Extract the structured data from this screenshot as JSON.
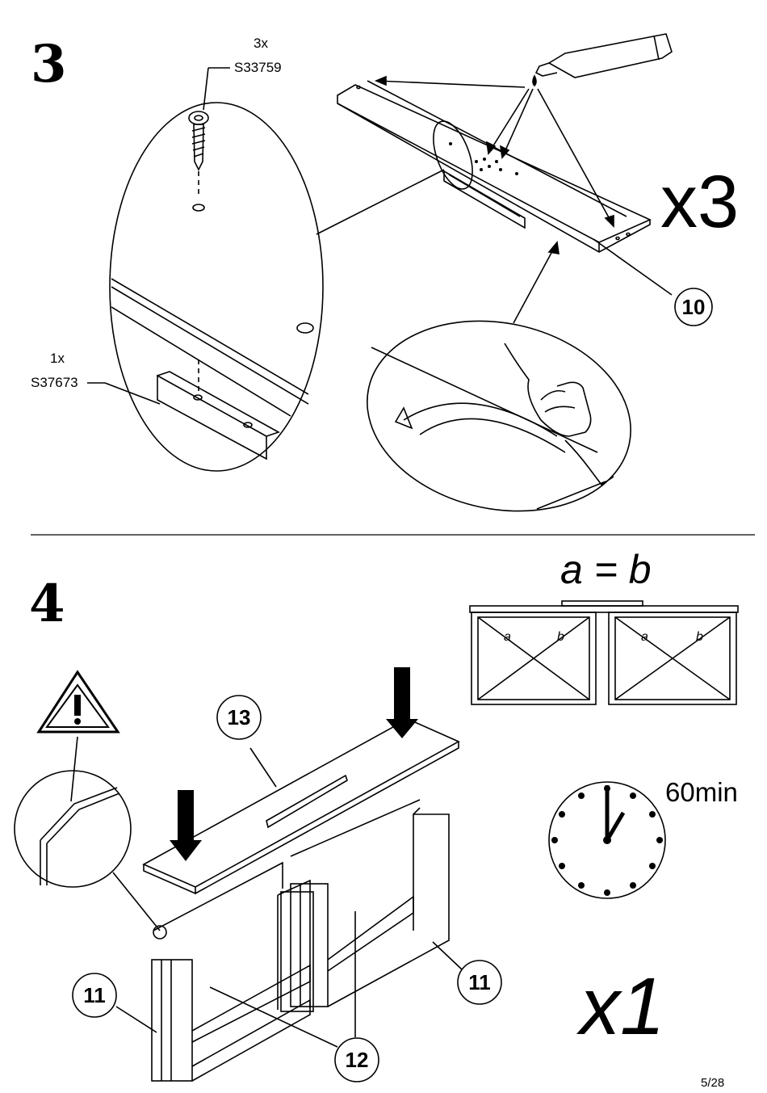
{
  "page": {
    "number": "5/28"
  },
  "step3": {
    "number": "3",
    "screw": {
      "qty": "3x",
      "code": "S33759"
    },
    "rail": {
      "qty": "1x",
      "code": "S37673"
    },
    "multiplier": "x3",
    "part_callout": "10"
  },
  "step4": {
    "number": "4",
    "equation": "a = b",
    "diag_a": "a",
    "diag_b": "b",
    "wait_time": "60min",
    "multiplier": "x1",
    "callouts": {
      "top": "13",
      "left_cabinet": "11",
      "right_cabinet": "11",
      "middle": "12"
    },
    "warning_icon": "warning-triangle-icon",
    "clock_icon": "clock-icon"
  }
}
